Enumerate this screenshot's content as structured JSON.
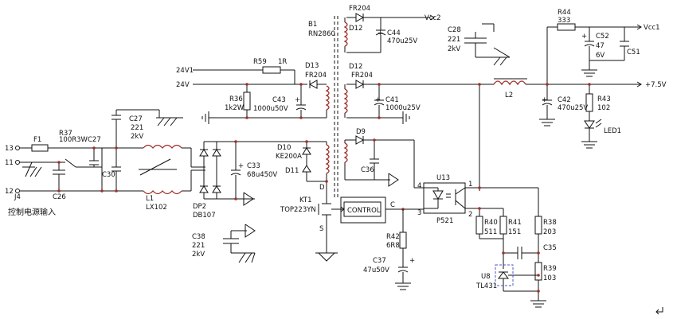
{
  "labels": {
    "top204": "FR204",
    "vcc2": "Vcc2",
    "b1": "B1",
    "rn2860": "RN2860",
    "d12a": "D12",
    "c44": "C44",
    "c44v": "470u25V",
    "c28": "C28",
    "c28v": "221",
    "c28k": "2kV",
    "r44": "R44",
    "r44v": "333",
    "vcc1": "Vcc1",
    "c52": "C52",
    "c52v": "47",
    "c52k": "6V",
    "c51": "C51",
    "v24v1": "24V1",
    "r59": "R59",
    "r59v": "1R",
    "d13": "D13",
    "fr204b": "FR204",
    "d12b": "D12",
    "fr204c": "FR204",
    "v24v": "24V",
    "r36": "R36",
    "r36v": "1k2W",
    "c43": "C43",
    "c43v": "1000u50V",
    "c41": "C41",
    "c41v": "1000u25V",
    "l2": "L2",
    "v75": "+7.5V",
    "c42": "C42",
    "c42v": "470u25V",
    "r43": "R43",
    "r43v": "102",
    "led1": "LED1",
    "c27a": "C27",
    "c27b": "221",
    "c27c": "2kV",
    "f1": "F1",
    "r37": "R37",
    "r37v": "100R3W",
    "c27d": "C27",
    "n13": "13",
    "n11": "11",
    "n12": "12",
    "j4": "J4",
    "c26": "C26",
    "c30": "C30",
    "l1": "L1",
    "l1v": "LX102",
    "cn_title": "控制电源输入",
    "dp2": "DP2",
    "dp2v": "DB107",
    "c33": "C33",
    "c33v": "68u450V",
    "d10": "D10",
    "d10v": "KE200A",
    "d11": "D11",
    "d9": "D9",
    "c36": "C36",
    "u13": "U13",
    "p521": "P521",
    "pin4": "4",
    "pin1": "1",
    "pin3": "3",
    "pin2": "2",
    "kt1": "KT1",
    "top223": "TOP223YN",
    "pinD": "D",
    "pinS": "S",
    "pinC": "C",
    "control": "CONTROL",
    "r42": "R42",
    "r42v": "6R8",
    "c37": "C37",
    "c37v": "47u50V",
    "c38": "C38",
    "c38v": "221",
    "c38k": "2kV",
    "r40": "R40",
    "r40v": "511",
    "r41": "R41",
    "r41v": "151",
    "r38": "R38",
    "r38v": "203",
    "c35": "C35",
    "r39": "R39",
    "r39v": "103",
    "u8": "U8",
    "tl431": "TL431",
    "plus": "+"
  },
  "colors": {
    "wire": "#111111",
    "inductor": "#a0302a",
    "junction": "#a0302a",
    "dashed_box": "#4a55c8"
  }
}
